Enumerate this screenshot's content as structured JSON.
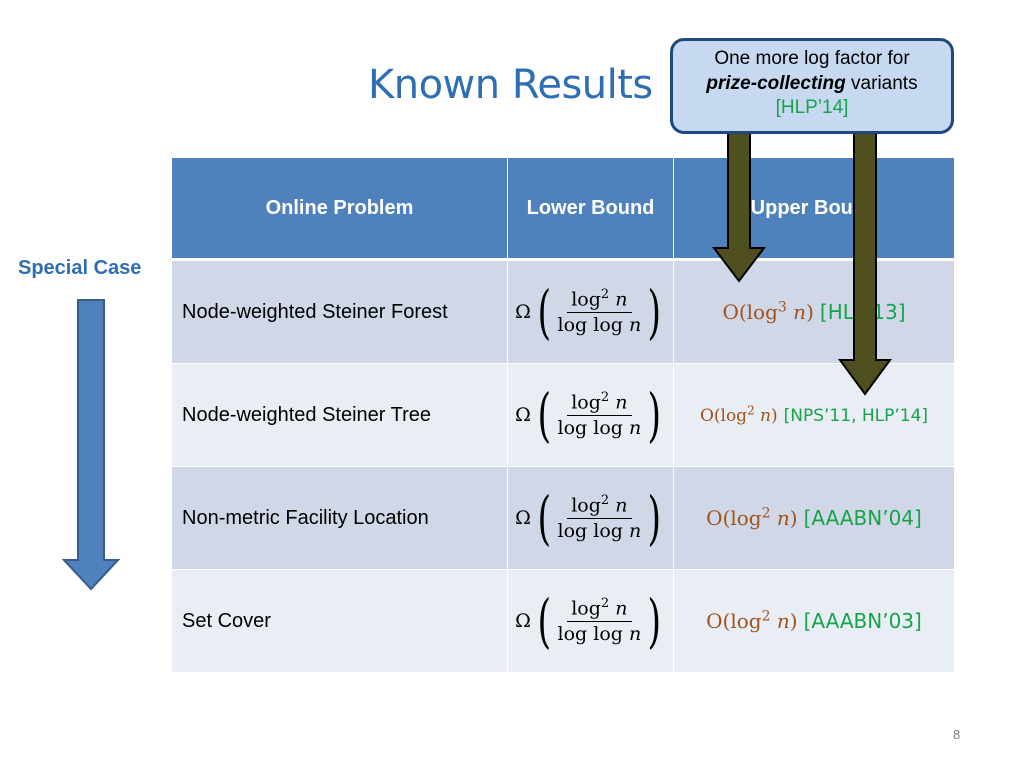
{
  "slide": {
    "title": "Known Results",
    "page_number": "8"
  },
  "table": {
    "headers": [
      "Online Problem",
      "Lower Bound",
      "Upper Bound"
    ],
    "rows": [
      {
        "problem": "Node-weighted Steiner Forest",
        "lower": {
          "omega": "Ω",
          "num_base": "log",
          "num_exp": "2",
          "num_var": "n",
          "den": "log log ",
          "den_var": "n"
        },
        "upper": {
          "math_open": "O(log",
          "exp": "3",
          "var": " n",
          "math_close": ")",
          "cite": "[HLP’13]"
        }
      },
      {
        "problem": "Node-weighted Steiner Tree",
        "lower": {
          "omega": "Ω",
          "num_base": "log",
          "num_exp": "2",
          "num_var": "n",
          "den": "log log ",
          "den_var": "n"
        },
        "upper": {
          "math_open": "O(log",
          "exp": "2",
          "var": " n",
          "math_close": ")",
          "cite": "[NPS’11, HLP’14]"
        }
      },
      {
        "problem": "Non-metric Facility Location",
        "lower": {
          "omega": "Ω",
          "num_base": "log",
          "num_exp": "2",
          "num_var": "n",
          "den": "log log ",
          "den_var": "n"
        },
        "upper": {
          "math_open": "O(log",
          "exp": "2",
          "var": " n",
          "math_close": ")",
          "cite": "[AAABN’04]"
        }
      },
      {
        "problem": "Set Cover",
        "lower": {
          "omega": "Ω",
          "num_base": "log",
          "num_exp": "2",
          "num_var": "n",
          "den": "log log ",
          "den_var": "n"
        },
        "upper": {
          "math_open": "O(log",
          "exp": "2",
          "var": " n",
          "math_close": ")",
          "cite": "[AAABN’03]"
        }
      }
    ]
  },
  "side": {
    "special_case_label": "Special Case"
  },
  "callout": {
    "line1": "One more log factor for",
    "bold_italic": "prize-collecting",
    "line2_rest": " variants",
    "cite": "[HLP’14]"
  },
  "colors": {
    "title": "#2e6fb4",
    "header_bg": "#4f81bd",
    "row_dark": "#d0d8e8",
    "row_light": "#e9edf4",
    "math_brown": "#a0521b",
    "cite_green": "#16a34a",
    "callout_bg": "#c6d9f1",
    "callout_border": "#1f497d",
    "pointer_fill": "#4f4f1f"
  },
  "icons": {
    "special_case_arrow": "down-arrow-icon",
    "callout_pointers": "pointer-arrow-icon"
  }
}
